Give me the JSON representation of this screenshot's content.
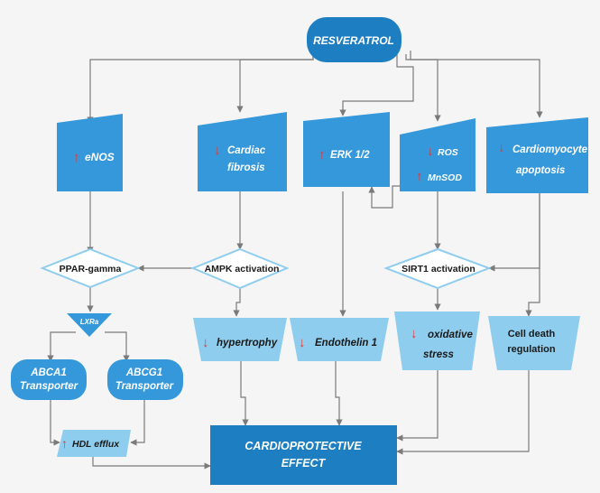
{
  "colors": {
    "background": "#f5f5f5",
    "dark_blue": "#1d7fc1",
    "medium_blue": "#3498db",
    "light_blue": "#8fcdee",
    "diamond_border": "#8fcdee",
    "arrow": "#7a7a7a",
    "up_arrow": "#e53935",
    "down_arrow": "#e53935"
  },
  "nodes": {
    "resveratrol": {
      "label": "RESVERATROL"
    },
    "enos": {
      "indicator": "up",
      "label": "eNOS"
    },
    "cardiac_fibrosis": {
      "indicator": "down",
      "line1": "Cardiac",
      "line2": "fibrosis"
    },
    "erk": {
      "indicator": "up",
      "label": "ERK 1/2"
    },
    "ros": {
      "indicator": "down",
      "label": "ROS"
    },
    "mnsod": {
      "indicator": "up",
      "label": "MnSOD"
    },
    "cardiomyocyte": {
      "indicator": "down",
      "line1": "Cardiomyocyte",
      "line2": "apoptosis"
    },
    "ppar": {
      "label": "PPAR-gamma"
    },
    "ampk": {
      "label": "AMPK activation"
    },
    "sirt1": {
      "label": "SIRT1 activation"
    },
    "lxra": {
      "label": "LXRa"
    },
    "hypertrophy": {
      "indicator": "down",
      "label": "hypertrophy"
    },
    "endothelin": {
      "indicator": "down",
      "label": "Endothelin 1"
    },
    "oxidative": {
      "indicator": "down",
      "line1": "oxidative",
      "line2": "stress"
    },
    "cell_death": {
      "line1": "Cell death",
      "line2": "regulation"
    },
    "abca1": {
      "line1": "ABCA1",
      "line2": "Transporter"
    },
    "abcg1": {
      "line1": "ABCG1",
      "line2": "Transporter"
    },
    "hdl": {
      "indicator": "up",
      "label": "HDL efflux"
    },
    "cardioprotective": {
      "line1": "CARDIOPROTECTIVE",
      "line2": "EFFECT"
    }
  }
}
